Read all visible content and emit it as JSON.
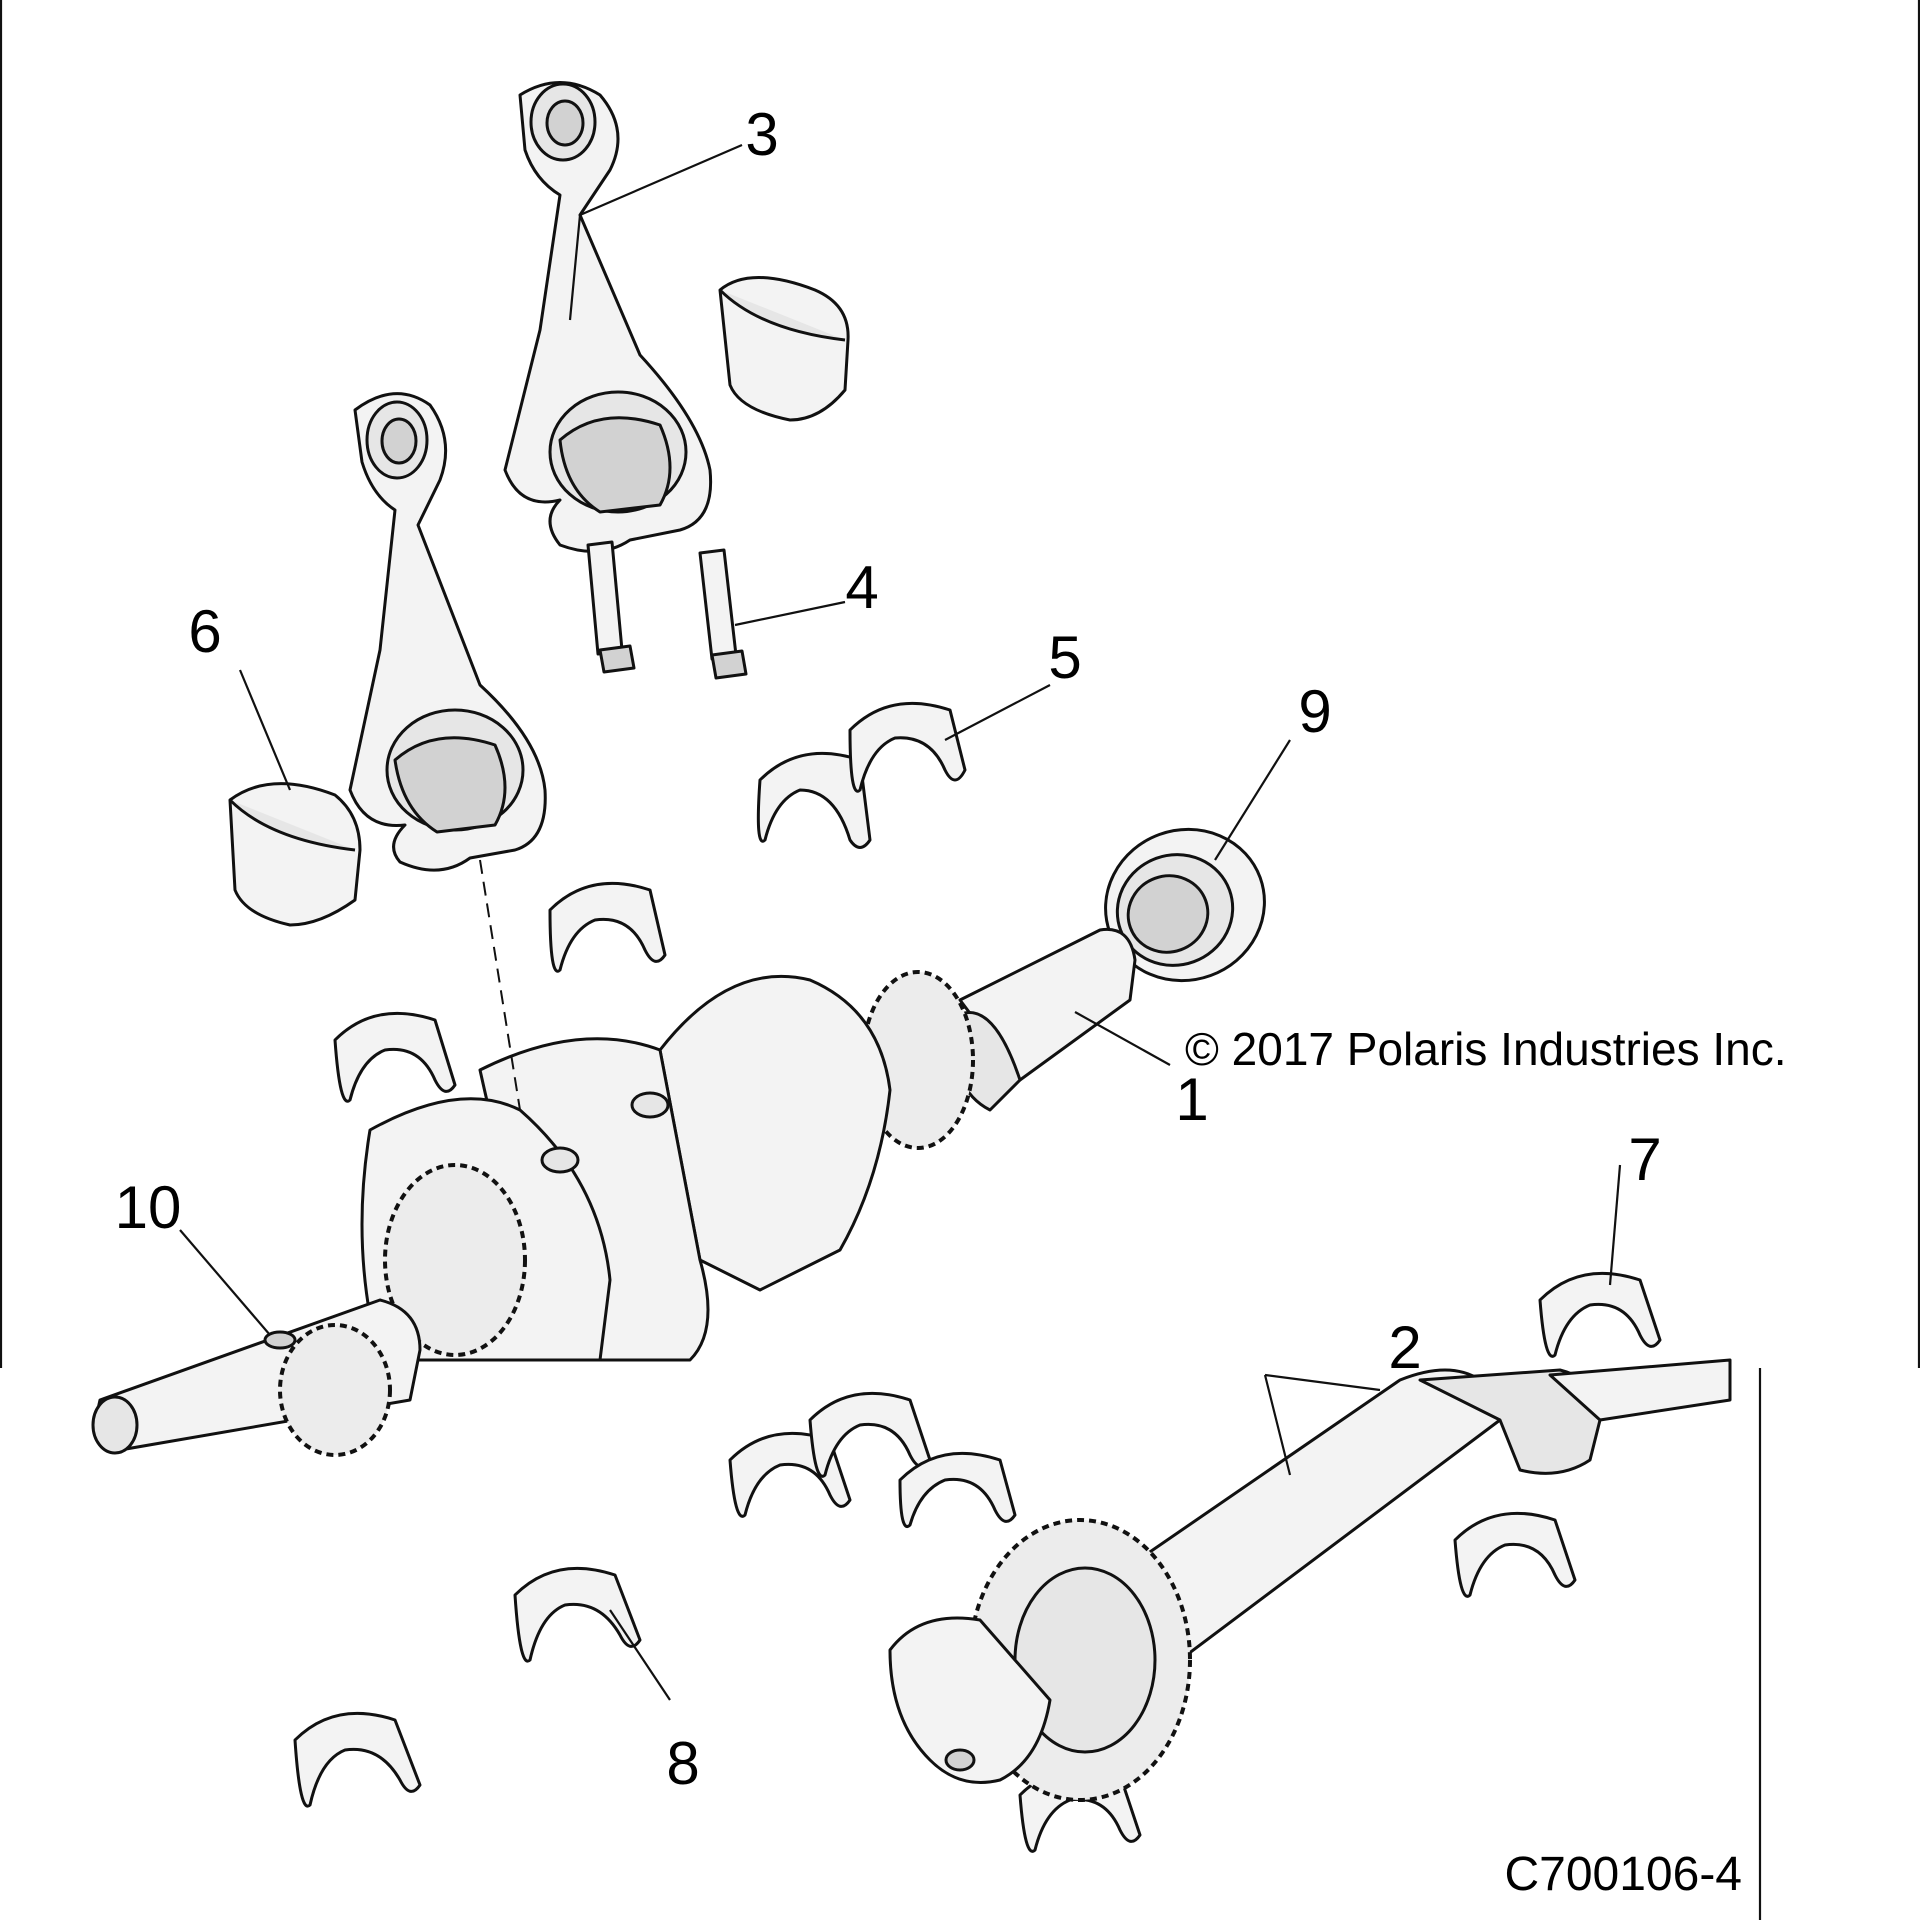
{
  "copyright": "© 2017 Polaris Industries Inc.",
  "drawing_code": "C700106-4",
  "callouts": {
    "crankshaft": "1",
    "balance_shaft": "2",
    "connecting_rod": "3",
    "rod_bolt": "4",
    "bearing_5": "5",
    "bearing_6": "6",
    "bearing_7": "7",
    "bearing_8": "8",
    "seal": "9",
    "key": "10"
  },
  "colors": {
    "line": "#111111",
    "part_fill": "#f3f3f3",
    "background": "#ffffff"
  }
}
